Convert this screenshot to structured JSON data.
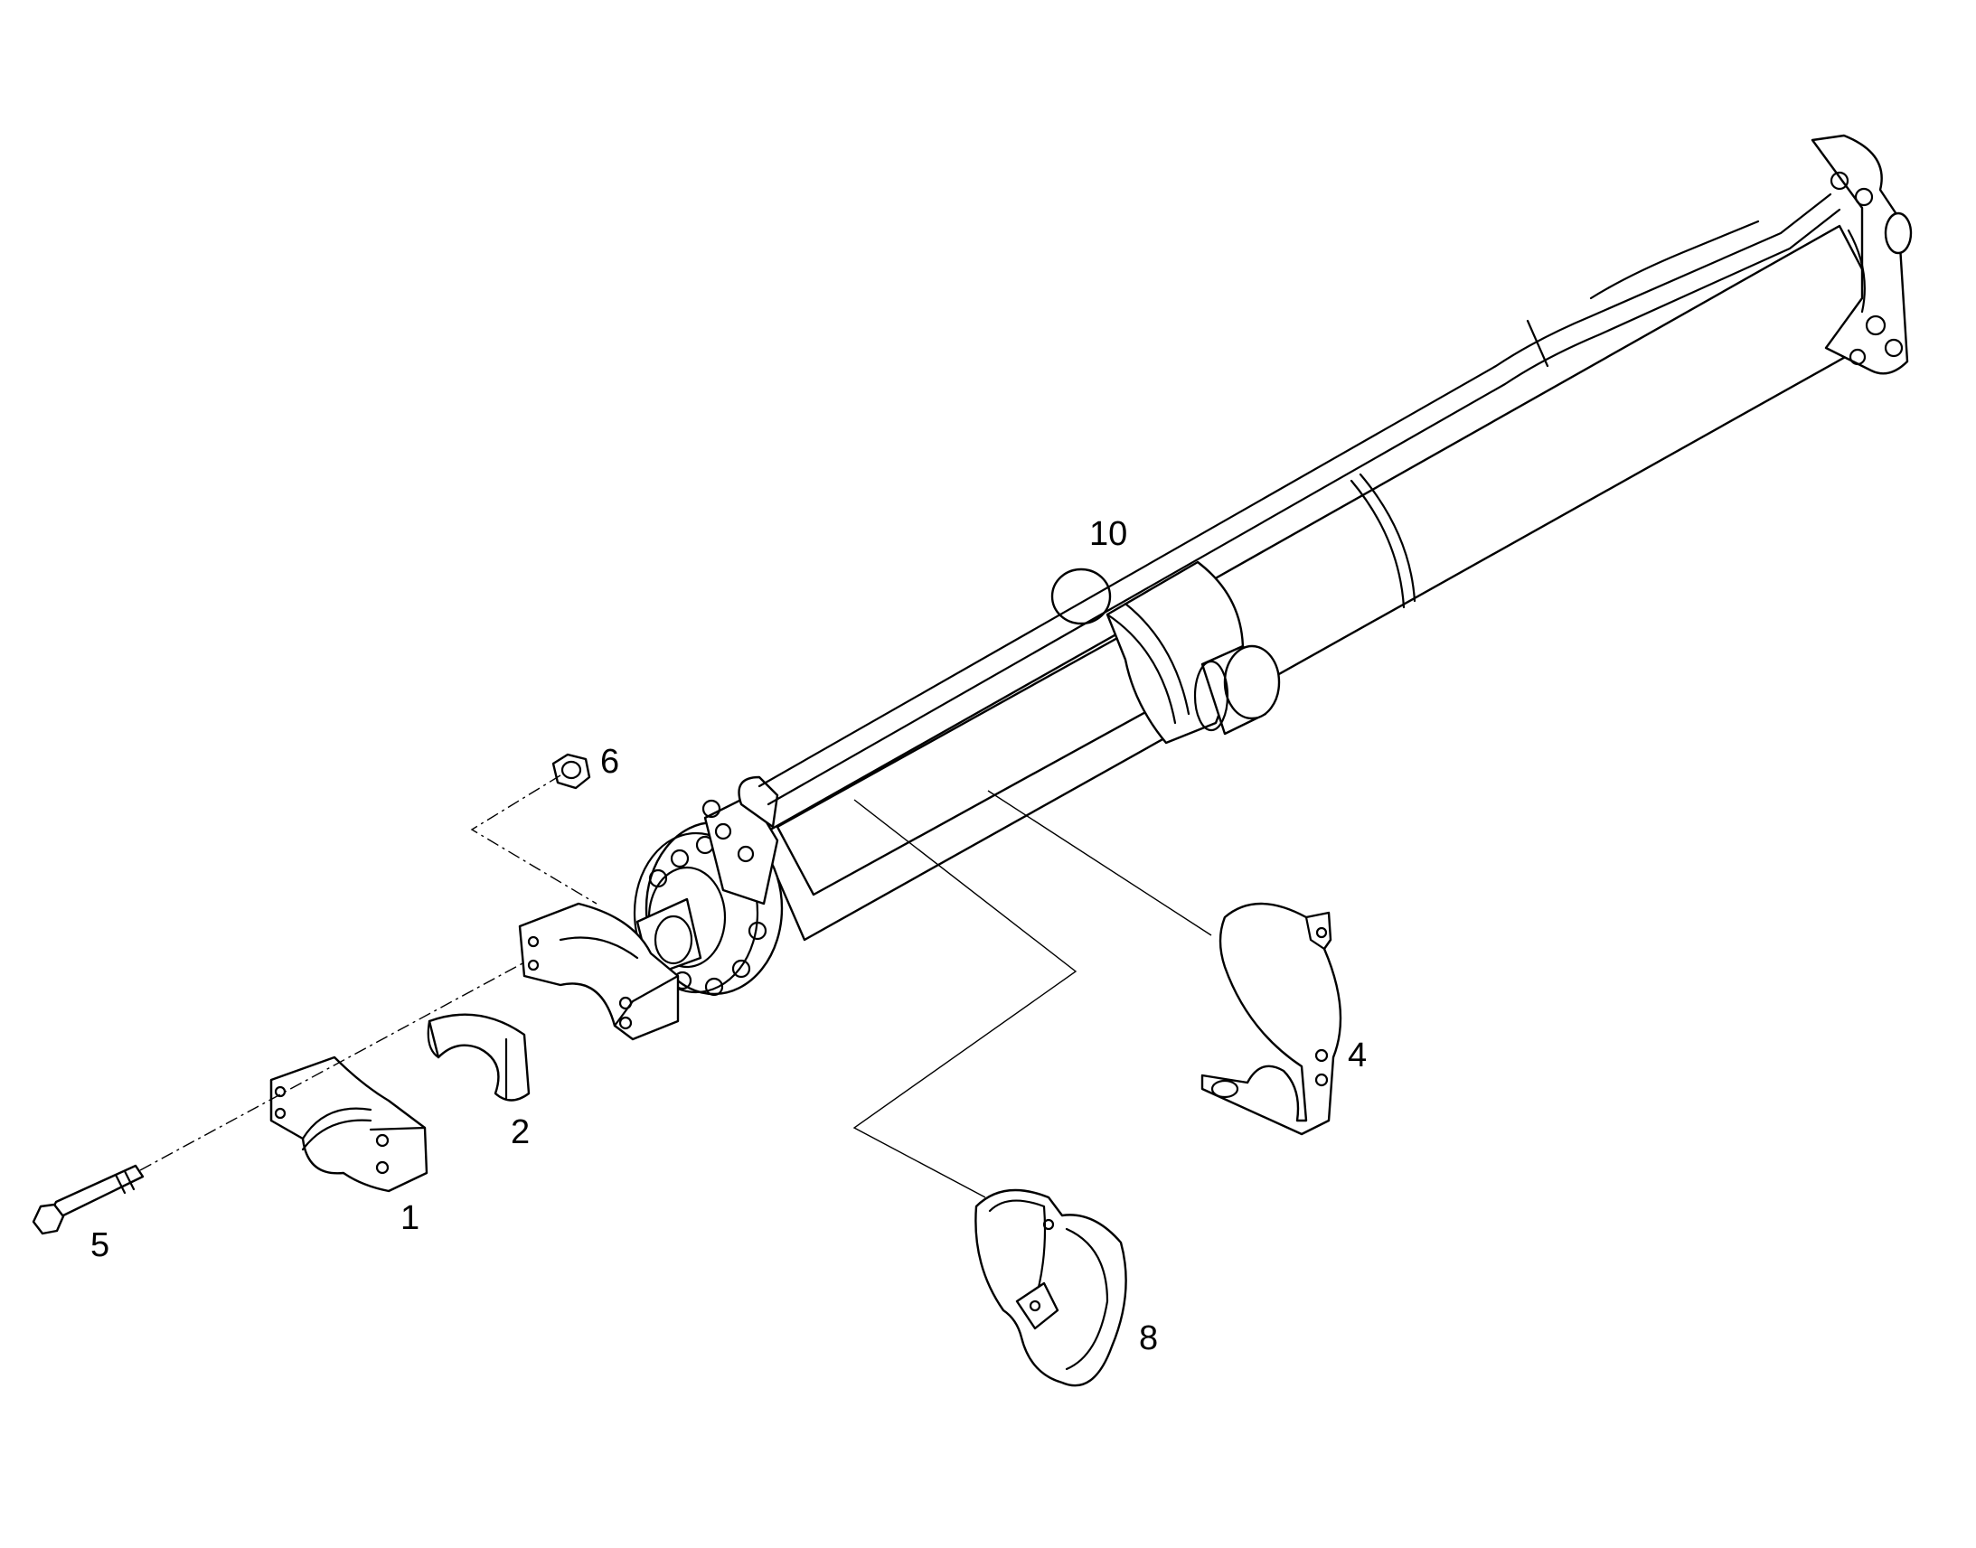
{
  "diagram": {
    "callouts": [
      {
        "id": "1",
        "label": "1"
      },
      {
        "id": "2",
        "label": "2"
      },
      {
        "id": "4",
        "label": "4"
      },
      {
        "id": "5",
        "label": "5"
      },
      {
        "id": "6",
        "label": "6"
      },
      {
        "id": "8",
        "label": "8"
      },
      {
        "id": "10",
        "label": "10"
      }
    ]
  }
}
